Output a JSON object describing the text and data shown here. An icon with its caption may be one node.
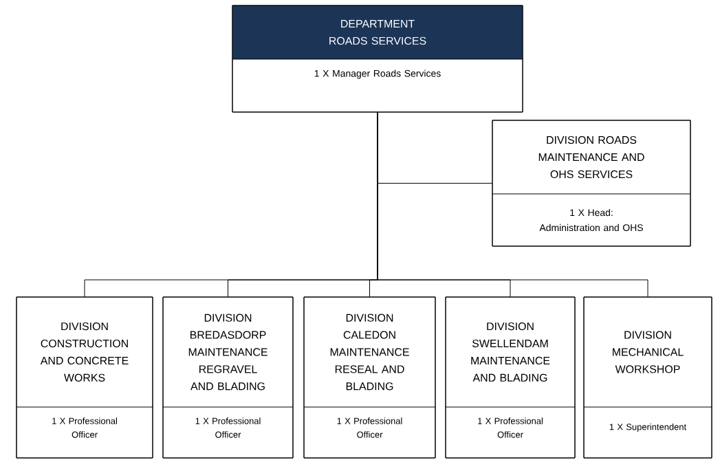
{
  "diagram": {
    "nodes": [
      {
        "text": [
          "DEPARTMENT ROADS SERVICES",
          "1 X Manager Roads Services"
        ]
      },
      {
        "text": [
          "DIVISION ROADS MAINTENANCE AND OHS SERVICES",
          "1 X Head: Administration and OHS"
        ]
      },
      {
        "text": [
          "DIVISION CONSTRUCTION AND CONCRETE WORKS",
          "1 X Professional Officer"
        ]
      },
      {
        "text": [
          "DIVISION BREDASDORP MAINTENANCE REGRAVEL AND BLADING",
          "1 X Professional Officer"
        ]
      },
      {
        "text": [
          "DIVISION CALEDON MAINTENANCE RESEAL AND BLADING",
          "1 X Professional Officer"
        ]
      },
      {
        "text": [
          "DIVISION SWELLENDAM MAINTENANCE AND BLADING",
          "1 X Professional Officer"
        ]
      },
      {
        "text": [
          "DIVISION MECHANICAL WORKSHOP",
          "1 X Superintendent"
        ]
      }
    ],
    "edges": [
      {
        "from": 0,
        "to": 1,
        "arrow": "none"
      },
      {
        "from": 0,
        "to": 2,
        "arrow": "none"
      },
      {
        "from": 0,
        "to": 3,
        "arrow": "none"
      },
      {
        "from": 0,
        "to": 4,
        "arrow": "none"
      },
      {
        "from": 0,
        "to": 5,
        "arrow": "none"
      },
      {
        "from": 0,
        "to": 6,
        "arrow": "none"
      }
    ]
  }
}
